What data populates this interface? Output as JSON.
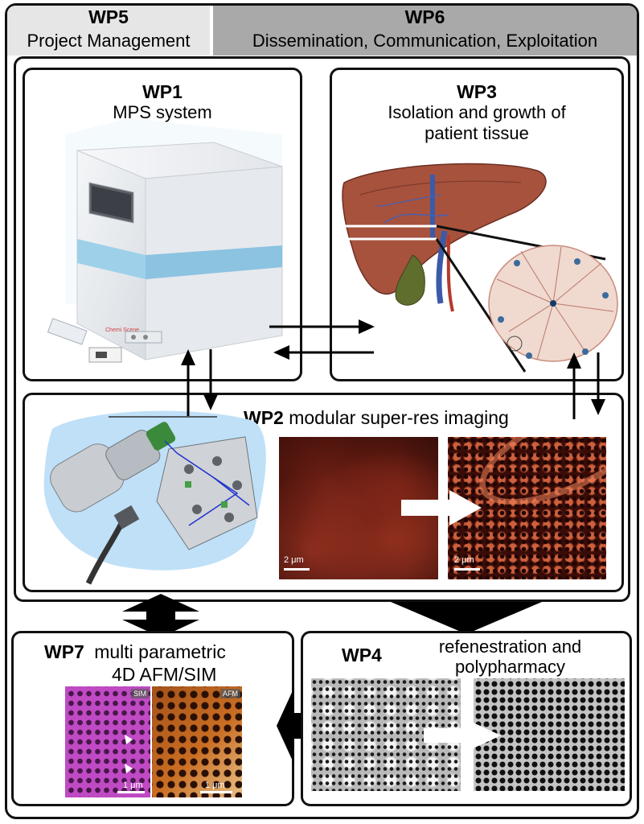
{
  "header": {
    "wp5": {
      "title": "WP5",
      "subtitle": "Project Management"
    },
    "wp6": {
      "title": "WP6",
      "subtitle": "Dissemination, Communication, Exploitation"
    }
  },
  "wp1": {
    "title": "WP1",
    "subtitle": "MPS system"
  },
  "wp3": {
    "title": "WP3",
    "subtitle_line1": "Isolation and growth of",
    "subtitle_line2": "patient tissue"
  },
  "wp2": {
    "title": "WP2",
    "subtitle": "modular super-res imaging",
    "scale_left": "2 μm",
    "scale_right": "2 μm"
  },
  "wp7": {
    "title": "WP7",
    "subtitle_line1": "multi parametric",
    "subtitle_line2": "4D AFM/SIM",
    "tag_sim": "SIM",
    "tag_afm": "AFM",
    "scale_left": "1 μm",
    "scale_right": "1 μm"
  },
  "wp4": {
    "title": "WP4",
    "subtitle_line1": "refenestration and",
    "subtitle_line2": "polypharmacy"
  },
  "colors": {
    "wp5_bg": "#e6e6e6",
    "wp6_bg": "#a9a9a9",
    "border": "#111111",
    "device_blue": "#9fd0ea",
    "microscope_bg": "#bfe0f7",
    "sim_magenta": "#c04ac4",
    "afm_orange": "#c0661e",
    "tissue_red": "#b7411f"
  }
}
